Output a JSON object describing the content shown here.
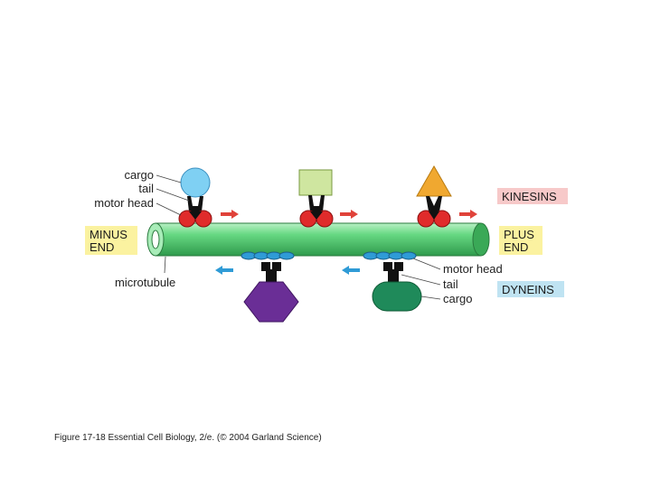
{
  "labels": {
    "kinesin_cargo": "cargo",
    "kinesin_tail": "tail",
    "kinesin_motor_head": "motor head",
    "microtubule": "microtubule",
    "dynein_motor_head": "motor head",
    "dynein_tail": "tail",
    "dynein_cargo": "cargo"
  },
  "boxes": {
    "minus_end": [
      "MINUS",
      "END"
    ],
    "plus_end": [
      "PLUS",
      "END"
    ],
    "kinesins": "KINESINS",
    "dyneins": "DYNEINS"
  },
  "caption": "Figure 17-18  Essential Cell Biology, 2/e. (© 2004 Garland Science)",
  "colors": {
    "microtubule": "#5fd07a",
    "kinesin_head": "#e02b2b",
    "dynein_head": "#2f9bd6",
    "kinesin_arrow": "#e0433a",
    "dynein_arrow": "#2f9bd6",
    "kinesins_box": "#f7c9c9",
    "dyneins_box": "#bfe3f2",
    "end_box": "#fbf2a0"
  }
}
